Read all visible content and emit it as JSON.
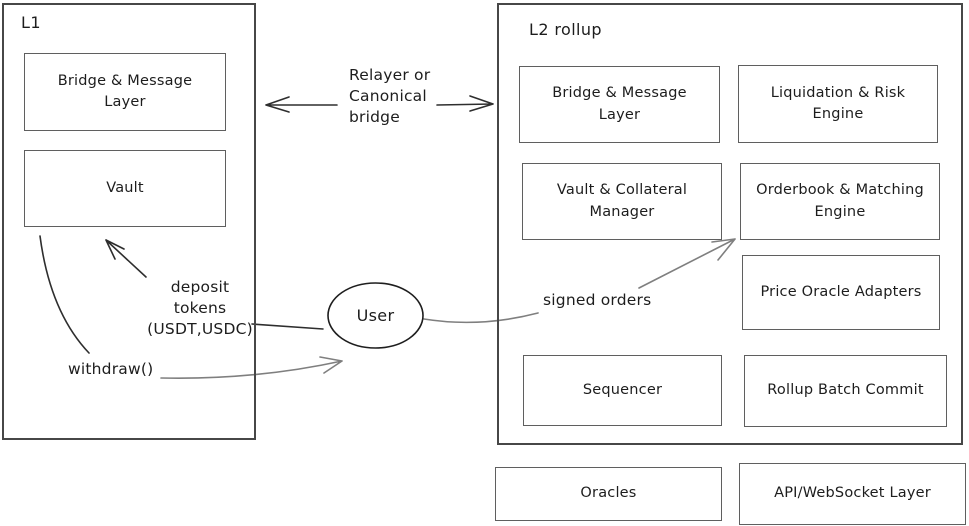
{
  "l1": {
    "title": "L1",
    "bridge": "Bridge & Message Layer",
    "vault": "Vault"
  },
  "l2": {
    "title": "L2 rollup",
    "bridge": "Bridge & Message Layer",
    "liquidation": "Liquidation & Risk Engine",
    "vault_collateral": "Vault & Collateral Manager",
    "orderbook": "Orderbook & Matching Engine",
    "price_oracle": "Price Oracle Adapters",
    "sequencer": "Sequencer",
    "rollup_batch": "Rollup Batch Commit"
  },
  "external": {
    "oracles": "Oracles",
    "api": "API/WebSocket Layer"
  },
  "user": {
    "label": "User"
  },
  "edge_labels": {
    "relayer": {
      "line1": "Relayer or",
      "line2": "Canonical",
      "line3": "bridge"
    },
    "deposit": {
      "line1": "deposit",
      "line2": "tokens",
      "line3": "(USDT,USDC)"
    },
    "withdraw": "withdraw()",
    "signed_orders": "signed orders"
  },
  "colors": {
    "dark_stroke": "#2e2e2e",
    "box_border": "#5f5f5f",
    "gray_connector": "#7f7f7f",
    "background": "#ffffff"
  }
}
